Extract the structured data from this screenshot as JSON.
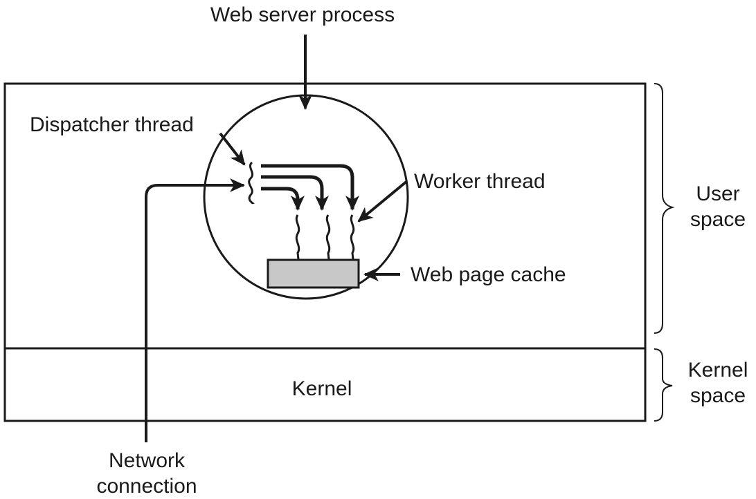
{
  "diagram": {
    "title": "Web server process",
    "labels": {
      "web_server_process": "Web server process",
      "dispatcher_thread": "Dispatcher thread",
      "worker_thread": "Worker thread",
      "web_page_cache": "Web page cache",
      "kernel": "Kernel",
      "user_space_line1": "User",
      "user_space_line2": "space",
      "kernel_space_line1": "Kernel",
      "kernel_space_line2": "space",
      "network_connection_line1": "Network",
      "network_connection_line2": "connection"
    },
    "colors": {
      "stroke": "#1a1a1a",
      "cache_fill": "#c8c8c8",
      "background": "#ffffff"
    },
    "worker_thread_count": 3
  }
}
